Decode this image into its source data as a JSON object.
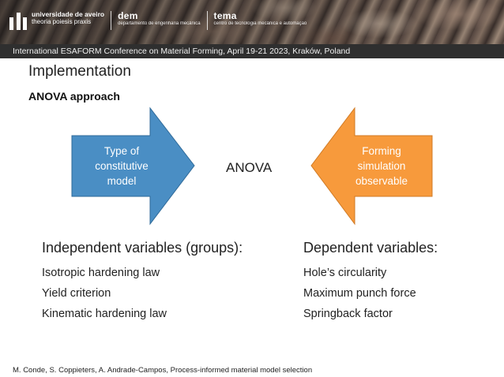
{
  "header": {
    "university_name": "universidade de aveiro",
    "university_motto": "theoria poiesis praxis",
    "dem_title": "dem",
    "dem_subtitle": "departamento de engenharia mecânica",
    "tema_title": "tema",
    "tema_subtitle": "centro de tecnologia mecânica e automação",
    "conference": "International ESAFORM Conference on Material Forming, April 19-21 2023, Kraków, Poland"
  },
  "slide": {
    "title": "Implementation",
    "subtitle": "ANOVA approach",
    "left_arrow_label": "Type of\nconstitutive\nmodel",
    "right_arrow_label": "Forming\nsimulation\nobservable",
    "center_label": "ANOVA",
    "independent": {
      "heading": "Independent variables (groups):",
      "items": [
        "Isotropic hardening law",
        "Yield criterion",
        "Kinematic hardening law"
      ]
    },
    "dependent": {
      "heading": "Dependent variables:",
      "items": [
        "Hole’s circularity",
        "Maximum punch force",
        "Springback factor"
      ]
    }
  },
  "footer": {
    "citation": "M. Conde, S. Coppieters, A. Andrade-Campos, Process-informed material model selection"
  },
  "colors": {
    "left_arrow_fill": "#4a8ec4",
    "left_arrow_stroke": "#2f6a99",
    "right_arrow_fill": "#f79a3c",
    "right_arrow_stroke": "#d07a24",
    "conference_bar": "#2f2f2f"
  }
}
